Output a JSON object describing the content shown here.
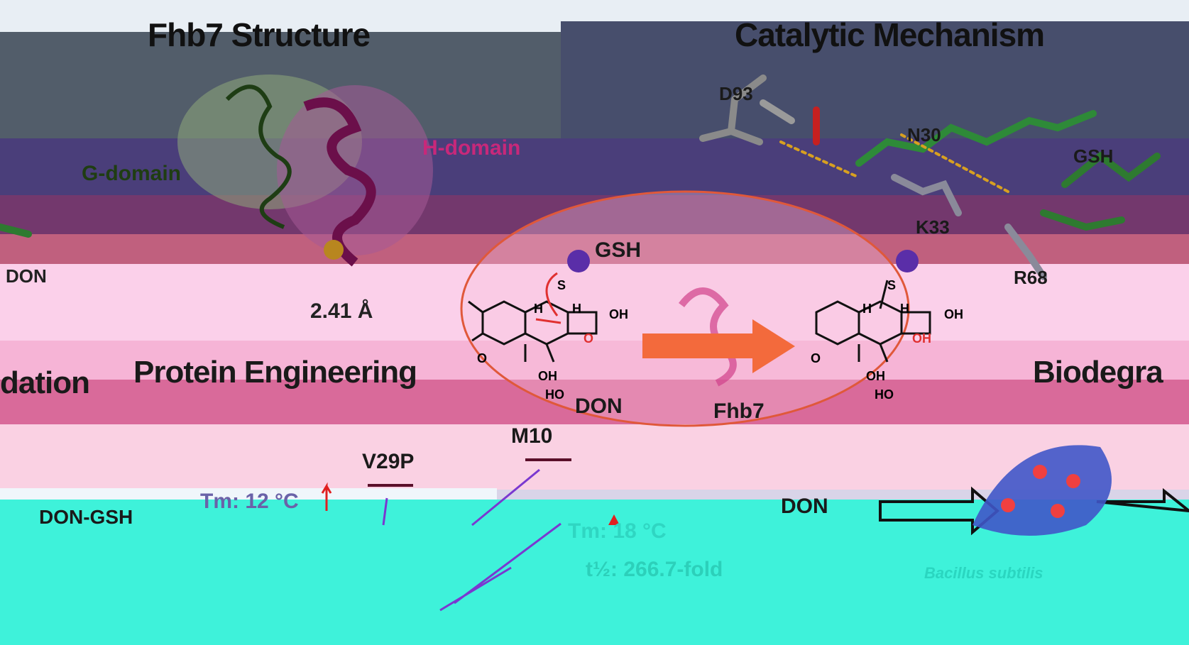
{
  "titles": {
    "left": "Fhb7 Structure",
    "right": "Catalytic Mechanism",
    "protein": "Protein Engineering",
    "bio": "Biodegra",
    "dation": "dation"
  },
  "structure": {
    "g_domain": "G-domain",
    "h_domain": "H-domain",
    "don": "DON",
    "distance": "2.41 Å"
  },
  "mechanism": {
    "d93": "D93",
    "n30": "N30",
    "gsh": "GSH",
    "k33": "K33",
    "r68": "R68"
  },
  "reaction": {
    "gsh": "GSH",
    "substrate": "DON",
    "enzyme": "Fhb7",
    "oh": "OH",
    "o": "O",
    "h": "H",
    "s": "S",
    "ho": "HO"
  },
  "engineering": {
    "mutant1": "V29P",
    "mutant2": "M10",
    "tm1": "Tm: 12 °C",
    "product": "DON-GSH",
    "tm2": "Tm: 18 °C",
    "fold": "t½: 266.7-fold"
  },
  "biodeg": {
    "don": "DON",
    "organism": "Bacillus subtilis"
  },
  "colors": {
    "pink_bg": "#f7cbe4",
    "teal_bg": "#40f0d8",
    "purple_bg": "#4a3f7a",
    "arrow_orange": "#f36a3c",
    "ellipse_stroke": "#e0583a"
  }
}
